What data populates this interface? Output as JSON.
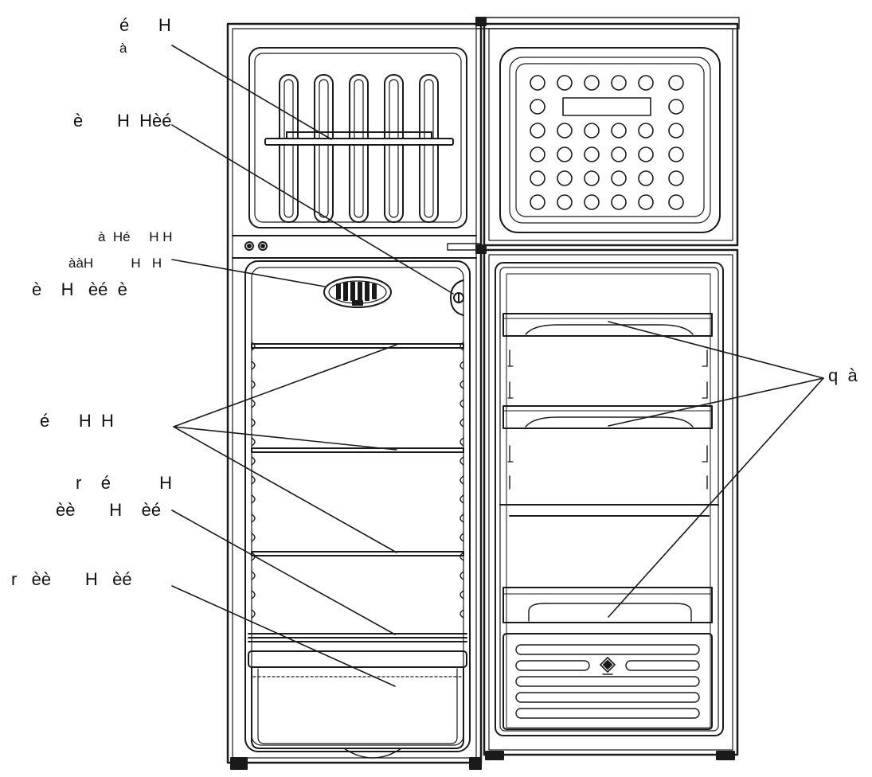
{
  "colors": {
    "line": "#1a1a1a",
    "background": "#ffffff",
    "text": "#111111"
  },
  "labels": {
    "freezer_shelf": [
      "é      H",
      "à"
    ],
    "thermostat": [
      "è       H  Hèé"
    ],
    "lamp": [
      "à  Hé     H H",
      "ààH          H   H",
      "è    H   èé  è"
    ],
    "glass_shelves": [
      "é      H  H"
    ],
    "crisper_cover": [
      "r    é          H",
      "èè       H    èé"
    ],
    "crisper": [
      "r   èè       H   èé"
    ],
    "door_racks": [
      "q  à"
    ]
  },
  "icons": {
    "freezer_door_grid": "round-dimple-grid",
    "lamp": "lamp-cover",
    "thermostat": "thermostat-knob",
    "door_logo": "diamond-logo",
    "door_vents": "vent-slots",
    "hinge_buttons": "round-buttons"
  }
}
